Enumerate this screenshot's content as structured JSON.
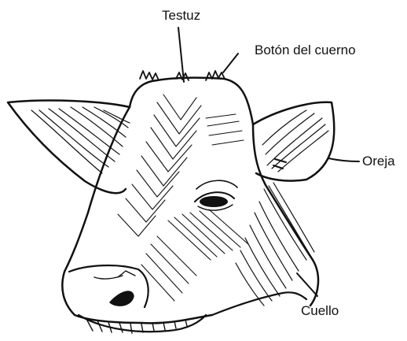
{
  "labels": {
    "testuz": "Testuz",
    "boton": "Botón del cuerno",
    "oreja": "Oreja",
    "cuello": "Cuello"
  },
  "colors": {
    "ink": "#111111",
    "paper": "#ffffff"
  }
}
